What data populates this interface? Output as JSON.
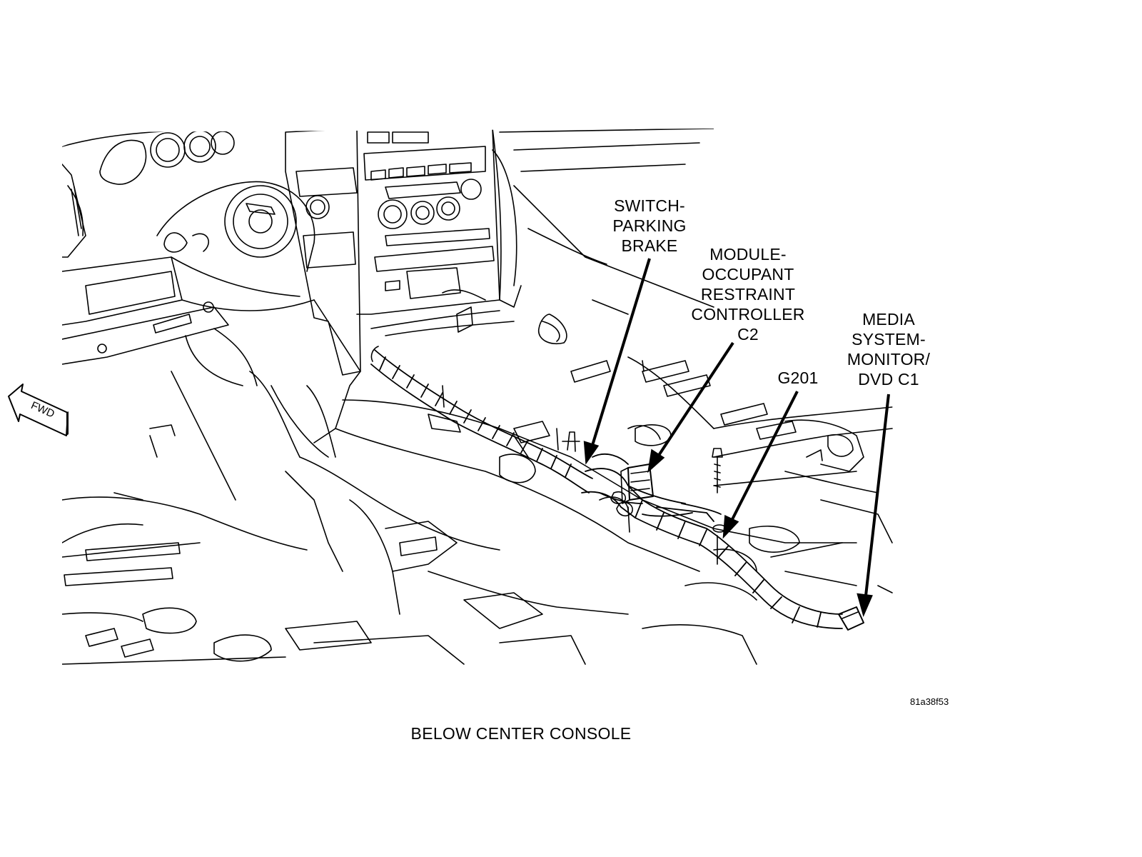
{
  "callouts": {
    "switch_parking_brake": [
      "SWITCH-",
      "PARKING",
      "BRAKE"
    ],
    "module_orc": [
      "MODULE-",
      "OCCUPANT",
      "RESTRAINT",
      "CONTROLLER",
      "C2"
    ],
    "g201": [
      "G201"
    ],
    "media_monitor": [
      "MEDIA",
      "SYSTEM-",
      "MONITOR/",
      "DVD C1"
    ]
  },
  "fwd_label": "FWD",
  "figure_id": "81a38f53",
  "caption": "BELOW CENTER CONSOLE"
}
